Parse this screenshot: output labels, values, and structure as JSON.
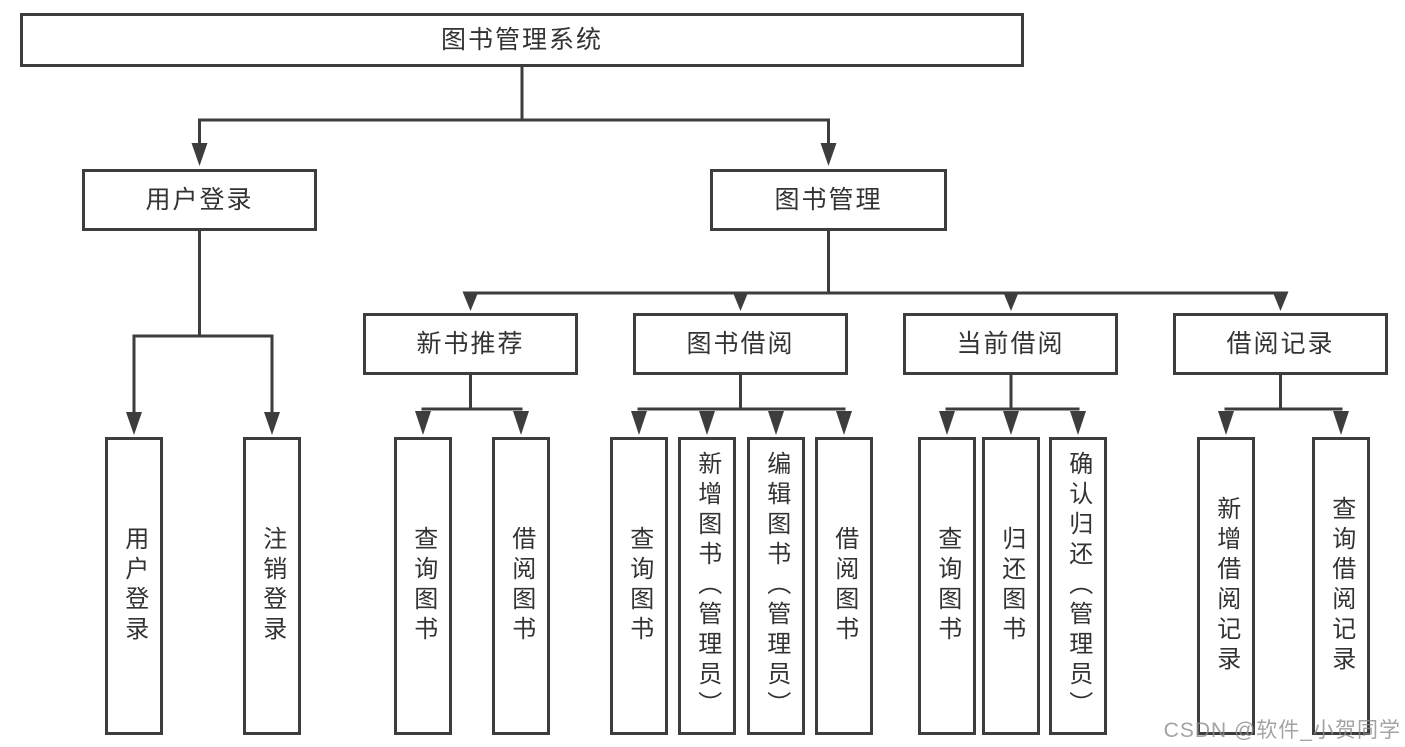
{
  "nodes": {
    "root": "图书管理系统",
    "user_login": "用户登录",
    "book_mgmt": "图书管理",
    "new_book_rec": "新书推荐",
    "book_borrow": "图书借阅",
    "current_borrow": "当前借阅",
    "borrow_records": "借阅记录",
    "leaf_user_login": "用户登录",
    "leaf_logout": "注销登录",
    "leaf_rec_query": "查询图书",
    "leaf_rec_borrow": "借阅图书",
    "leaf_bb_query": "查询图书",
    "leaf_bb_add": "新增图书（管理员）",
    "leaf_bb_edit": "编辑图书（管理员）",
    "leaf_bb_borrow": "借阅图书",
    "leaf_cb_query": "查询图书",
    "leaf_cb_return": "归还图书",
    "leaf_cb_confirm": "确认归还（管理员）",
    "leaf_br_add": "新增借阅记录",
    "leaf_br_query": "查询借阅记录"
  },
  "watermark": "CSDN @软件_小贺同学",
  "colors": {
    "line": "#3d3d3d",
    "box_border": "#3d3d3d",
    "text": "#333333",
    "watermark": "#8c8c8c",
    "background": "#ffffff"
  }
}
